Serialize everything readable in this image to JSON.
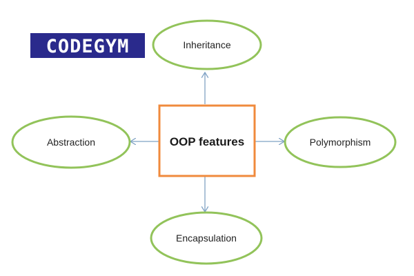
{
  "logo": {
    "text": "CODEGYM",
    "background_color": "#2a2a8c",
    "text_color": "#ffffff"
  },
  "center": {
    "label": "OOP features",
    "border_color": "#f08a3c"
  },
  "nodes": {
    "top": {
      "label": "Inheritance"
    },
    "left": {
      "label": "Abstraction"
    },
    "right": {
      "label": "Polymorphism"
    },
    "bottom": {
      "label": "Encapsulation"
    }
  },
  "colors": {
    "ellipse_border": "#92c35a",
    "arrow": "#7fa2c4",
    "text": "#222222"
  }
}
